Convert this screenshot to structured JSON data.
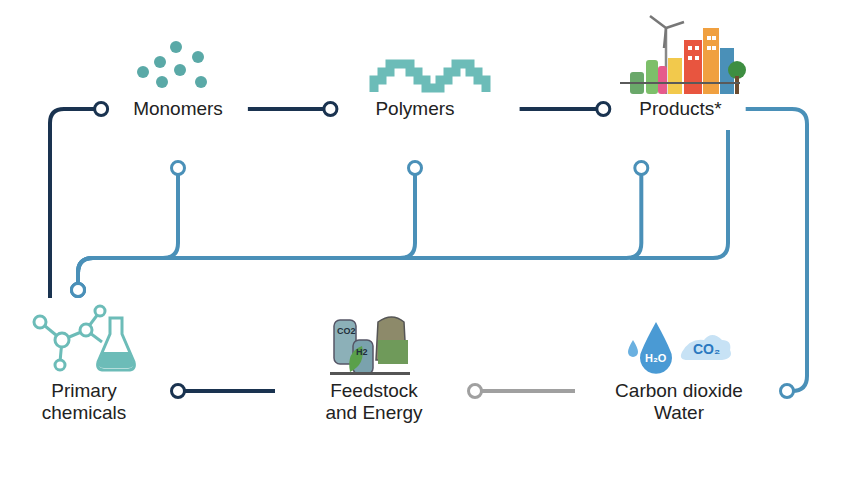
{
  "diagram": {
    "nodes": [
      {
        "text": [
          "Monomers"
        ]
      },
      {
        "text": [
          "Polymers"
        ]
      },
      {
        "text": [
          "Products*"
        ]
      },
      {
        "text": [
          "Primary chemicals"
        ]
      },
      {
        "text": [
          "Feedstock and Energy"
        ]
      },
      {
        "text": [
          "Carbon dioxide Water"
        ]
      }
    ],
    "edges": [
      {
        "from": 0,
        "to": 1,
        "arrow": "to"
      },
      {
        "from": 1,
        "to": 2,
        "arrow": "to"
      },
      {
        "from": 2,
        "to": 5,
        "arrow": "to"
      },
      {
        "from": 5,
        "to": 4,
        "arrow": "to"
      },
      {
        "from": 4,
        "to": 3,
        "arrow": "to"
      },
      {
        "from": 3,
        "to": 0,
        "arrow": "to"
      },
      {
        "from": 0,
        "to": 3,
        "arrow": "both"
      },
      {
        "from": 1,
        "to": 3,
        "arrow": "both"
      },
      {
        "from": 2,
        "to": 3,
        "arrow": "both"
      }
    ],
    "labels": [
      "CO2",
      "H2",
      "H₂O",
      "CO₂"
    ]
  }
}
